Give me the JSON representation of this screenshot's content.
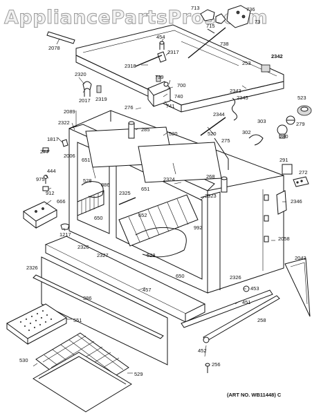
{
  "watermark": "AppliancePartsPros.com",
  "art_number": "(ART NO. WB11448) C",
  "parts": [
    {
      "id": "p713",
      "num": "713"
    },
    {
      "id": "p736",
      "num": "736"
    },
    {
      "id": "p715",
      "num": "715"
    },
    {
      "id": "p73",
      "num": "73"
    },
    {
      "id": "p2078",
      "num": "2078"
    },
    {
      "id": "p454",
      "num": "454"
    },
    {
      "id": "p2317",
      "num": "2317"
    },
    {
      "id": "p738",
      "num": "738"
    },
    {
      "id": "p2342",
      "num": "2342"
    },
    {
      "id": "p253",
      "num": "253"
    },
    {
      "id": "p2318",
      "num": "2318"
    },
    {
      "id": "p739",
      "num": "739"
    },
    {
      "id": "p700",
      "num": "700"
    },
    {
      "id": "p2320",
      "num": "2320"
    },
    {
      "id": "p740",
      "num": "740"
    },
    {
      "id": "p2343",
      "num": "2343"
    },
    {
      "id": "p523",
      "num": "523"
    },
    {
      "id": "p2017",
      "num": "2017"
    },
    {
      "id": "p2319",
      "num": "2319"
    },
    {
      "id": "p2345",
      "num": "2345"
    },
    {
      "id": "p741",
      "num": "741"
    },
    {
      "id": "p276",
      "num": "276"
    },
    {
      "id": "p2089",
      "num": "2089"
    },
    {
      "id": "p2344",
      "num": "2344"
    },
    {
      "id": "p279",
      "num": "279"
    },
    {
      "id": "p303",
      "num": "303"
    },
    {
      "id": "p2322",
      "num": "2322"
    },
    {
      "id": "p285",
      "num": "285"
    },
    {
      "id": "p520a",
      "num": "520"
    },
    {
      "id": "p520b",
      "num": "520"
    },
    {
      "id": "p280",
      "num": "280"
    },
    {
      "id": "p302",
      "num": "302"
    },
    {
      "id": "p1817",
      "num": "1817"
    },
    {
      "id": "p275",
      "num": "275"
    },
    {
      "id": "p277",
      "num": "277"
    },
    {
      "id": "p2006",
      "num": "2006"
    },
    {
      "id": "p651a",
      "num": "651"
    },
    {
      "id": "p291",
      "num": "291"
    },
    {
      "id": "p272",
      "num": "272"
    },
    {
      "id": "p444",
      "num": "444"
    },
    {
      "id": "p528a",
      "num": "528"
    },
    {
      "id": "p2324",
      "num": "2324"
    },
    {
      "id": "p268",
      "num": "268"
    },
    {
      "id": "p975",
      "num": "975"
    },
    {
      "id": "p886",
      "num": "886"
    },
    {
      "id": "p2325",
      "num": "2325"
    },
    {
      "id": "p651b",
      "num": "651"
    },
    {
      "id": "p2323",
      "num": "2323"
    },
    {
      "id": "p912",
      "num": "912"
    },
    {
      "id": "p2346",
      "num": "2346"
    },
    {
      "id": "p666",
      "num": "666"
    },
    {
      "id": "p650a",
      "num": "650"
    },
    {
      "id": "p652",
      "num": "652"
    },
    {
      "id": "p992",
      "num": "992"
    },
    {
      "id": "p1217",
      "num": "1217"
    },
    {
      "id": "p2058",
      "num": "2058"
    },
    {
      "id": "p2326a",
      "num": "2326"
    },
    {
      "id": "p2327",
      "num": "2327"
    },
    {
      "id": "p528b",
      "num": "528"
    },
    {
      "id": "p650b",
      "num": "650"
    },
    {
      "id": "p2043",
      "num": "2043"
    },
    {
      "id": "p2326b",
      "num": "2326"
    },
    {
      "id": "p2326c",
      "num": "2326"
    },
    {
      "id": "p453",
      "num": "453"
    },
    {
      "id": "p457",
      "num": "457"
    },
    {
      "id": "p386",
      "num": "386"
    },
    {
      "id": "p451",
      "num": "451"
    },
    {
      "id": "p551",
      "num": "551"
    },
    {
      "id": "p258",
      "num": "258"
    },
    {
      "id": "p452",
      "num": "452"
    },
    {
      "id": "p256",
      "num": "256"
    },
    {
      "id": "p530",
      "num": "530"
    },
    {
      "id": "p529",
      "num": "529"
    }
  ]
}
